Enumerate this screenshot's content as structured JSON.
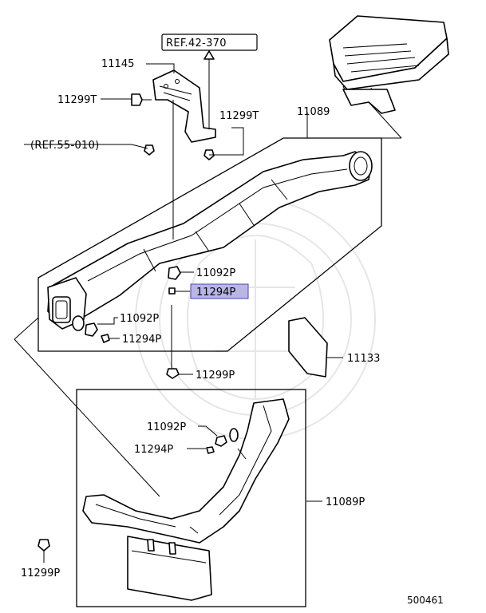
{
  "diagram": {
    "part_labels": {
      "p11145": "11145",
      "p11299t_left": "11299T",
      "p11299t_right": "11299T",
      "p11089": "11089",
      "p11092p_upper": "11092P",
      "p11294p_highlight": "11294P",
      "p11092p_left": "11092P",
      "p11294p_left": "11294P",
      "p11299p_mid": "11299P",
      "p11133": "11133",
      "p11092p_lower": "11092P",
      "p11294p_lower": "11294P",
      "p11089p": "11089P",
      "p11299p_bottom": "11299P"
    },
    "references": {
      "ref_top": "REF.42-370",
      "ref_left": "(REF.55-010)"
    },
    "diagram_id": "500461",
    "highlight_color": "#b9b6e6"
  }
}
